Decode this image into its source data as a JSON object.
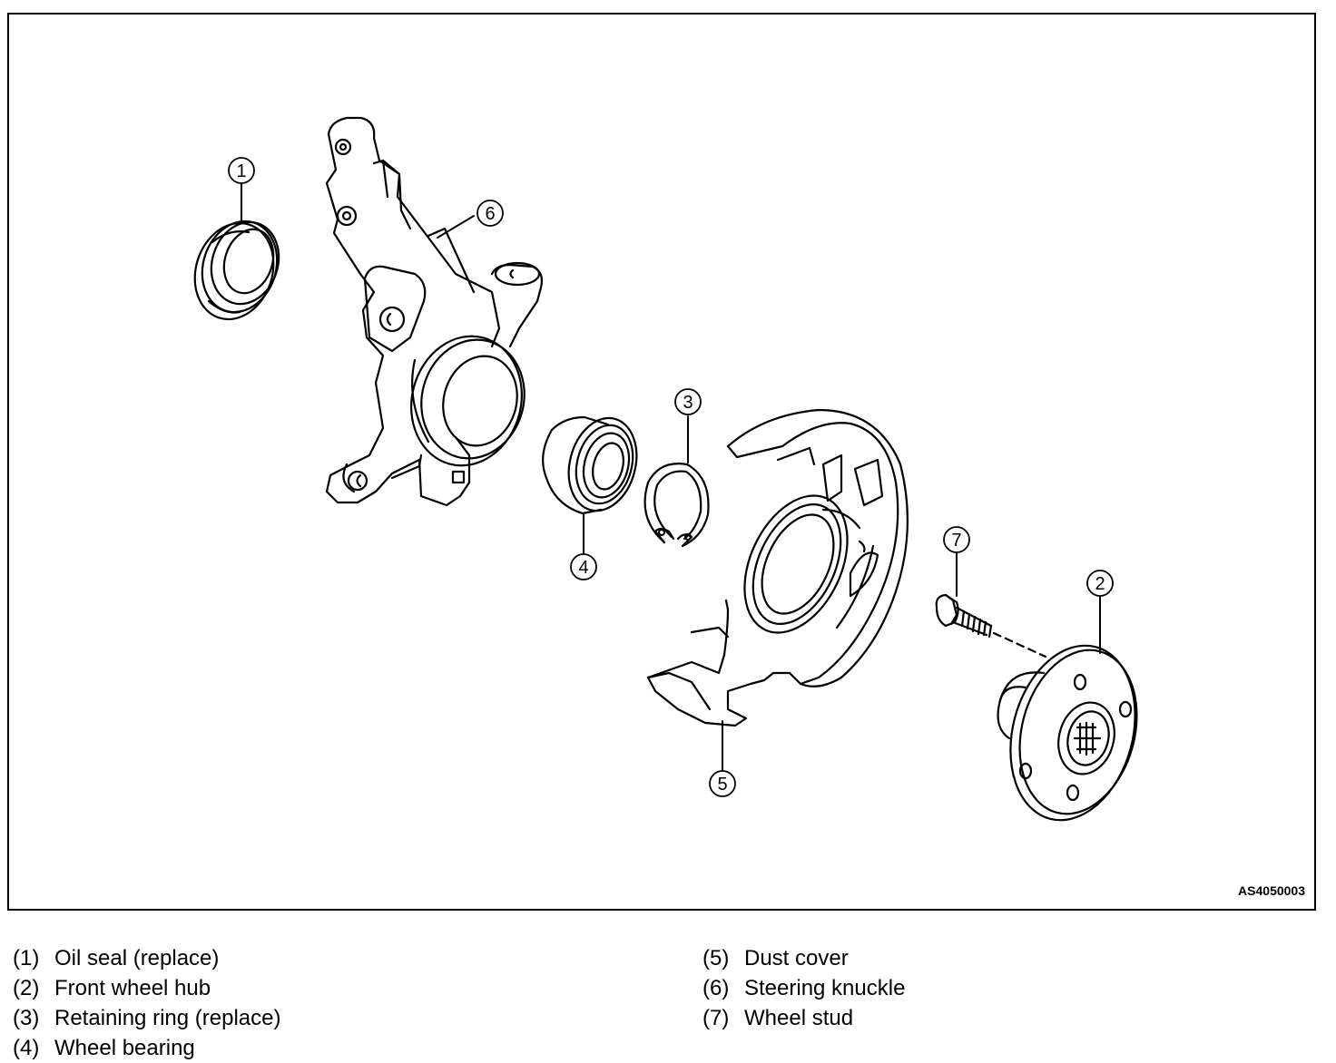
{
  "figure_code": "AS4050003",
  "callouts": [
    {
      "id": "callout-1",
      "label": "1"
    },
    {
      "id": "callout-2",
      "label": "2"
    },
    {
      "id": "callout-3",
      "label": "3"
    },
    {
      "id": "callout-4",
      "label": "4"
    },
    {
      "id": "callout-5",
      "label": "5"
    },
    {
      "id": "callout-6",
      "label": "6"
    },
    {
      "id": "callout-7",
      "label": "7"
    }
  ],
  "legend_left": [
    {
      "num": "(1)",
      "text": "Oil seal (replace)"
    },
    {
      "num": "(2)",
      "text": "Front wheel hub"
    },
    {
      "num": "(3)",
      "text": "Retaining ring (replace)"
    },
    {
      "num": "(4)",
      "text": "Wheel bearing"
    }
  ],
  "legend_right": [
    {
      "num": "(5)",
      "text": "Dust cover"
    },
    {
      "num": "(6)",
      "text": "Steering knuckle"
    },
    {
      "num": "(7)",
      "text": "Wheel stud"
    }
  ]
}
